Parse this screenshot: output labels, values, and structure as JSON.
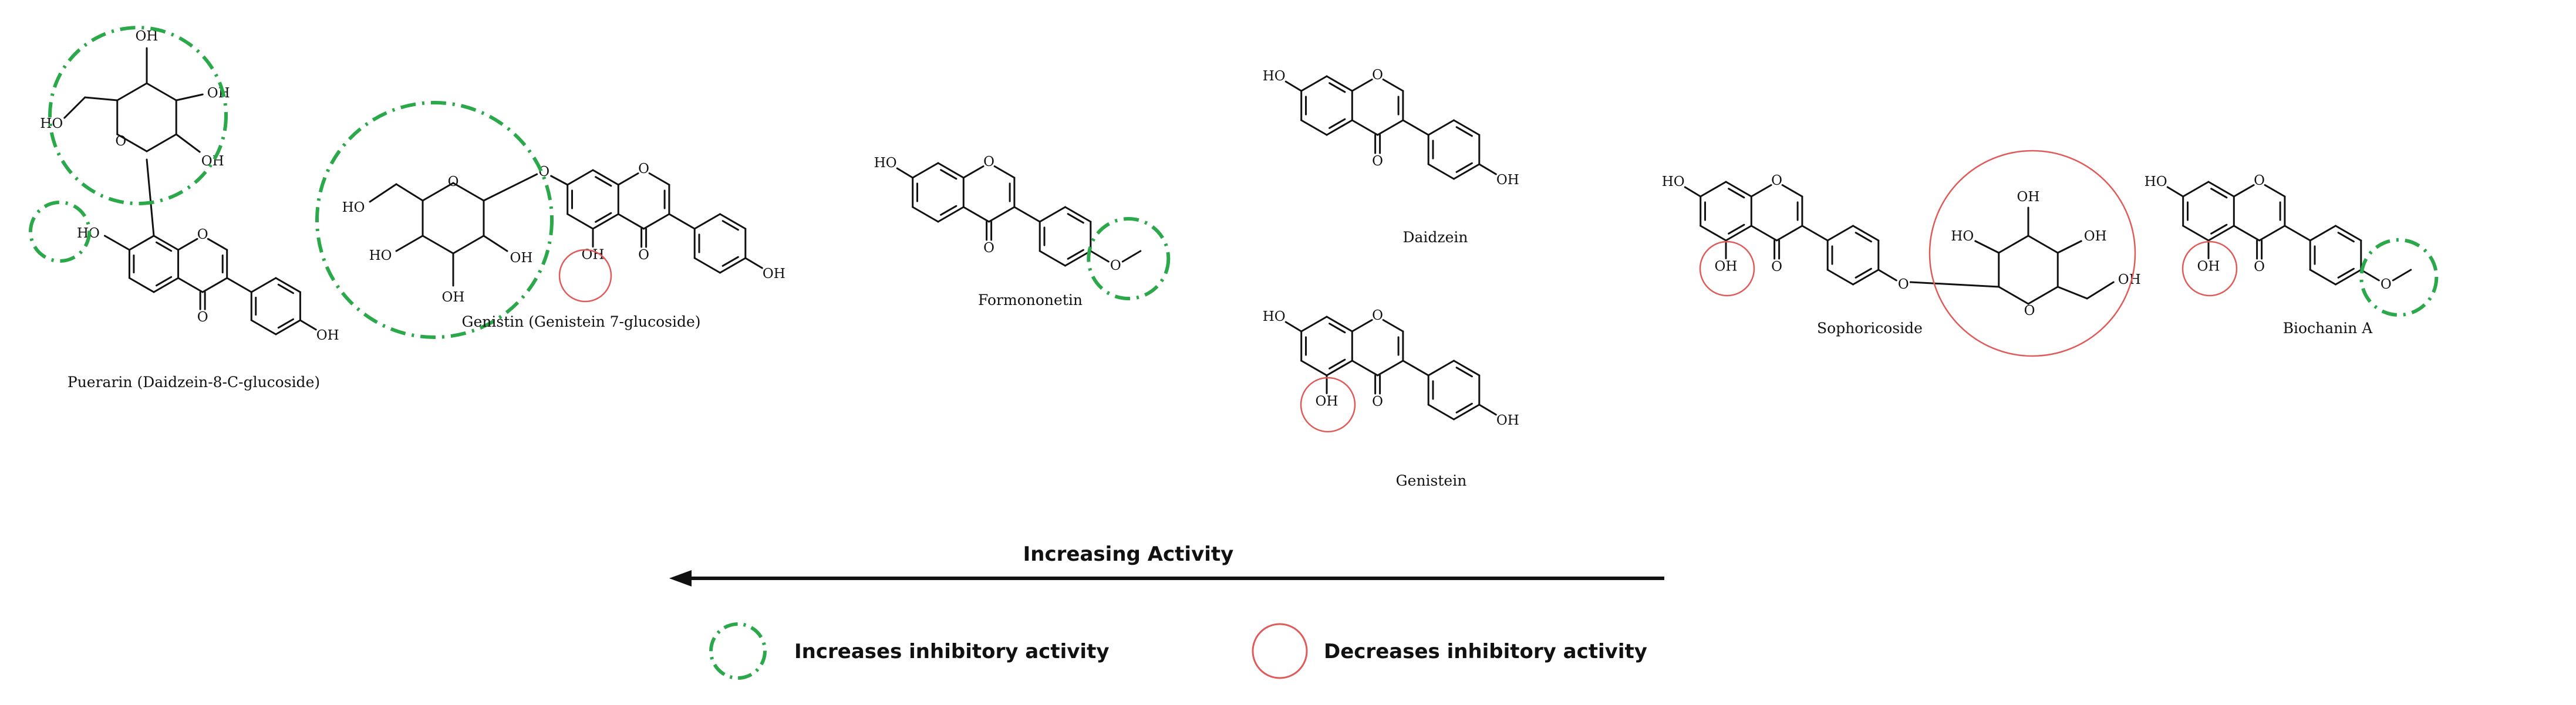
{
  "colors": {
    "increase": "#2aa84a",
    "decrease": "#e05a5a",
    "ink": "#111111"
  },
  "atoms": {
    "oh": "OH",
    "ho": "HO",
    "o": "O"
  },
  "compounds": {
    "puerarin": "Puerarin (Daidzein-8-C-glucoside)",
    "genistin": "Genistin (Genistein 7-glucoside)",
    "formononetin": "Formononetin",
    "daidzein": "Daidzein",
    "genistein": "Genistein",
    "sophoricoside": "Sophoricoside",
    "biochanin_a": "Biochanin A"
  },
  "arrow": {
    "label": "Increasing Activity"
  },
  "legend": {
    "increase": "Increases inhibitory activity",
    "decrease": "Decreases inhibitory activity"
  }
}
